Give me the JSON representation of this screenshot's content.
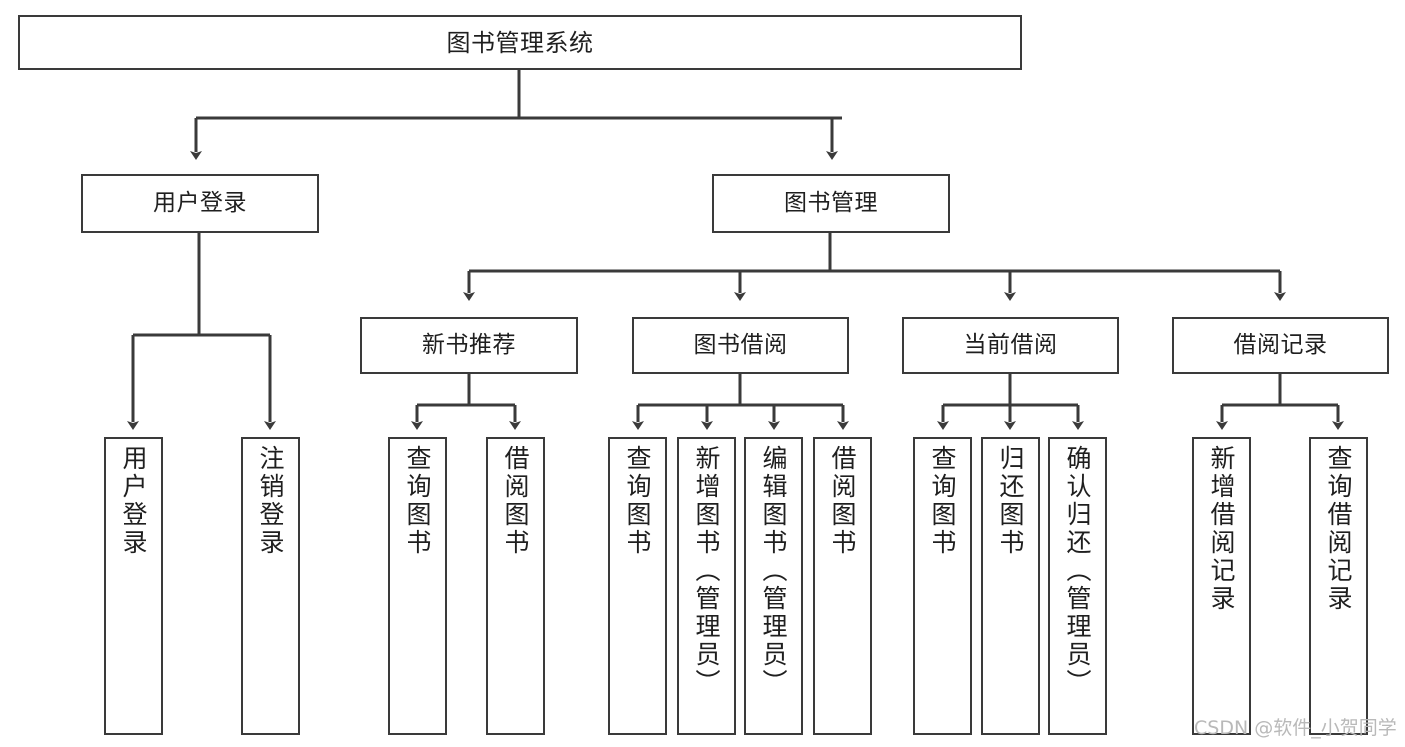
{
  "diagram": {
    "title": "图书管理系统",
    "watermark": "CSDN @软件_小贺同学",
    "stroke_color": "#3a3a3a",
    "text_color": "#1f1f1f",
    "background_color": "#ffffff"
  },
  "root": {
    "label": "图书管理系统"
  },
  "level1": [
    {
      "label": "用户登录"
    },
    {
      "label": "图书管理"
    }
  ],
  "level2": [
    {
      "label": "新书推荐"
    },
    {
      "label": "图书借阅"
    },
    {
      "label": "当前借阅"
    },
    {
      "label": "借阅记录"
    }
  ],
  "leaves": [
    {
      "label": "用户登录",
      "parent": "用户登录"
    },
    {
      "label": "注销登录",
      "parent": "用户登录"
    },
    {
      "label": "查询图书",
      "parent": "新书推荐"
    },
    {
      "label": "借阅图书",
      "parent": "新书推荐"
    },
    {
      "label": "查询图书",
      "parent": "图书借阅"
    },
    {
      "label": "新增图书（管理员）",
      "parent": "图书借阅"
    },
    {
      "label": "编辑图书（管理员）",
      "parent": "图书借阅"
    },
    {
      "label": "借阅图书",
      "parent": "图书借阅"
    },
    {
      "label": "查询图书",
      "parent": "当前借阅"
    },
    {
      "label": "归还图书",
      "parent": "当前借阅"
    },
    {
      "label": "确认归还（管理员）",
      "parent": "当前借阅"
    },
    {
      "label": "新增借阅记录",
      "parent": "借阅记录"
    },
    {
      "label": "查询借阅记录",
      "parent": "借阅记录"
    }
  ]
}
